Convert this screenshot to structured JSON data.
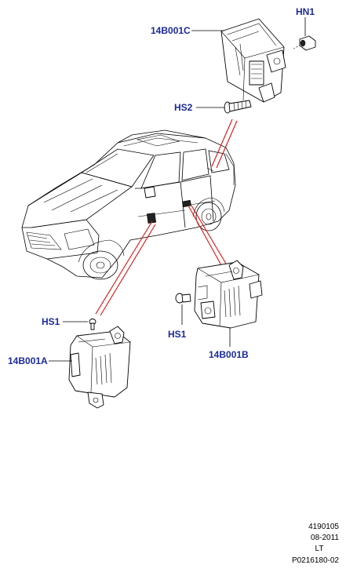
{
  "callouts": {
    "hn1": "HN1",
    "c14b001c": "14B001C",
    "hs2": "HS2",
    "hs1_left": "HS1",
    "c14b001a": "14B001A",
    "hs1_right": "HS1",
    "c14b001b": "14B001B"
  },
  "reference": {
    "line1": "4190105",
    "line2": "08-2011",
    "line3": "LT",
    "line4": "P0216180-02"
  },
  "colors": {
    "callout_text": "#1a2a9c",
    "leader_red": "#e01010"
  }
}
